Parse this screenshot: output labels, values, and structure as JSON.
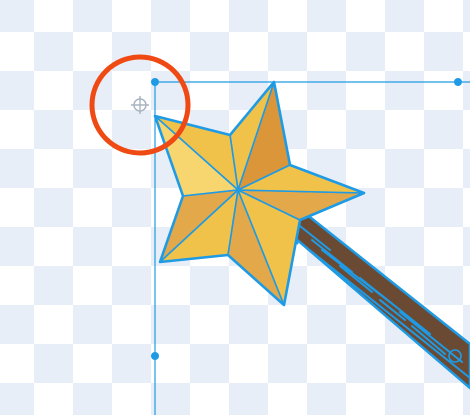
{
  "canvas": {
    "background": "transparency-checkerboard",
    "checker_light": "#ffffff",
    "checker_dark": "#e8eef7"
  },
  "selection": {
    "color": "#1e9be4",
    "handles": [
      "top-left-handle",
      "top-right-handle",
      "middle-left-handle"
    ]
  },
  "highlight": {
    "color": "#f04a14",
    "target": "rotation-pivot-icon"
  },
  "artwork": {
    "name": "magic-wand",
    "star_colors": [
      "#f1c24a",
      "#e2a84a",
      "#dc963a",
      "#f7d670"
    ],
    "stick_color": "#6b4a33",
    "outline_color": "#1e9be4"
  },
  "icons": [
    "rotation-pivot-icon"
  ]
}
